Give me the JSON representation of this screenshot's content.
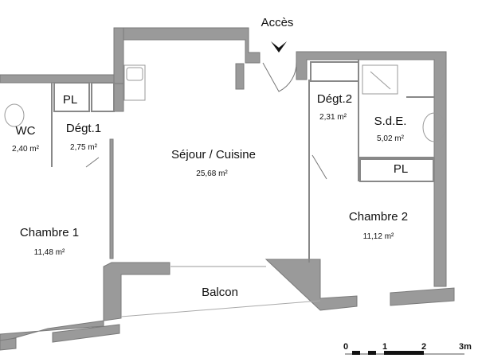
{
  "plan": {
    "access_label": "Accès",
    "wall_color": "#9a9a9a",
    "wall_outline": "#7a7a7a",
    "rooms": [
      {
        "id": "wc",
        "name": "WC",
        "area": "2,40 m²"
      },
      {
        "id": "degt1",
        "name": "Dégt.1",
        "area": "2,75 m²"
      },
      {
        "id": "pl1",
        "name": "PL"
      },
      {
        "id": "sejour",
        "name": "Séjour / Cuisine",
        "area": "25,68 m²"
      },
      {
        "id": "degt2",
        "name": "Dégt.2",
        "area": "2,31 m²"
      },
      {
        "id": "sde",
        "name": "S.d.E.",
        "area": "5,02 m²"
      },
      {
        "id": "pl2",
        "name": "PL"
      },
      {
        "id": "chambre1",
        "name": "Chambre 1",
        "area": "11,48 m²"
      },
      {
        "id": "chambre2",
        "name": "Chambre 2",
        "area": "11,12 m²"
      },
      {
        "id": "balcon",
        "name": "Balcon"
      }
    ],
    "scale": {
      "ticks": [
        "0",
        "1",
        "2",
        "3m"
      ]
    }
  }
}
